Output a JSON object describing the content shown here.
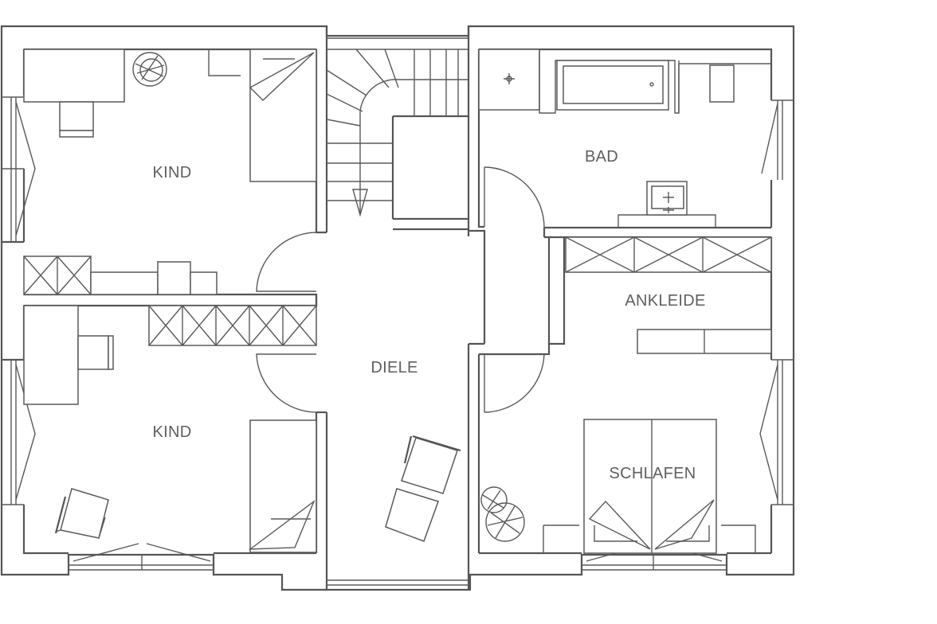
{
  "colors": {
    "line": "#555557",
    "text": "#5f5f61",
    "background": "#ffffff"
  },
  "rooms": {
    "kind_top": "KIND",
    "kind_bottom": "KIND",
    "diele": "DIELE",
    "bad": "BAD",
    "ankleide": "ANKLEIDE",
    "schlafen": "SCHLAFEN"
  }
}
